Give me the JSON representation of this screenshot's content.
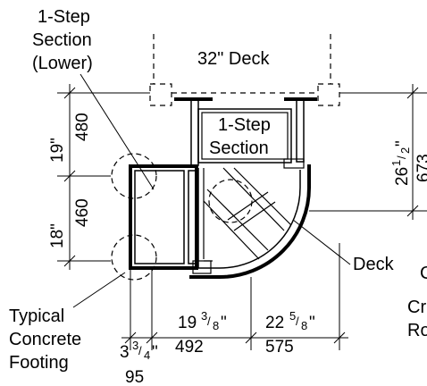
{
  "labels": {
    "lower_section": [
      "1-Step",
      "Section",
      "(Lower)"
    ],
    "upper_section": [
      "1-Step",
      "Section"
    ],
    "deck_top": "32\" Deck",
    "deck_right": "Deck",
    "footing": [
      "Typical",
      "Concrete",
      "Footing"
    ],
    "clipped_right": [
      "C",
      "Cr",
      "Ro"
    ]
  },
  "dimensions": {
    "left_upper": {
      "imperial": "19\"",
      "metric": "480"
    },
    "left_lower": {
      "imperial": "18\"",
      "metric": "460"
    },
    "right": {
      "imperial_whole": "26",
      "frac_num": "1",
      "frac_den": "2",
      "metric": "673"
    },
    "bottom_a": {
      "imperial_whole": "19",
      "frac_num": "3",
      "frac_den": "8",
      "metric": "492"
    },
    "bottom_b": {
      "imperial_whole": "22",
      "frac_num": "5",
      "frac_den": "8",
      "metric": "575"
    },
    "bottom_c": {
      "imperial_whole": "3",
      "frac_num": "3",
      "frac_den": "4",
      "metric": "95"
    }
  }
}
